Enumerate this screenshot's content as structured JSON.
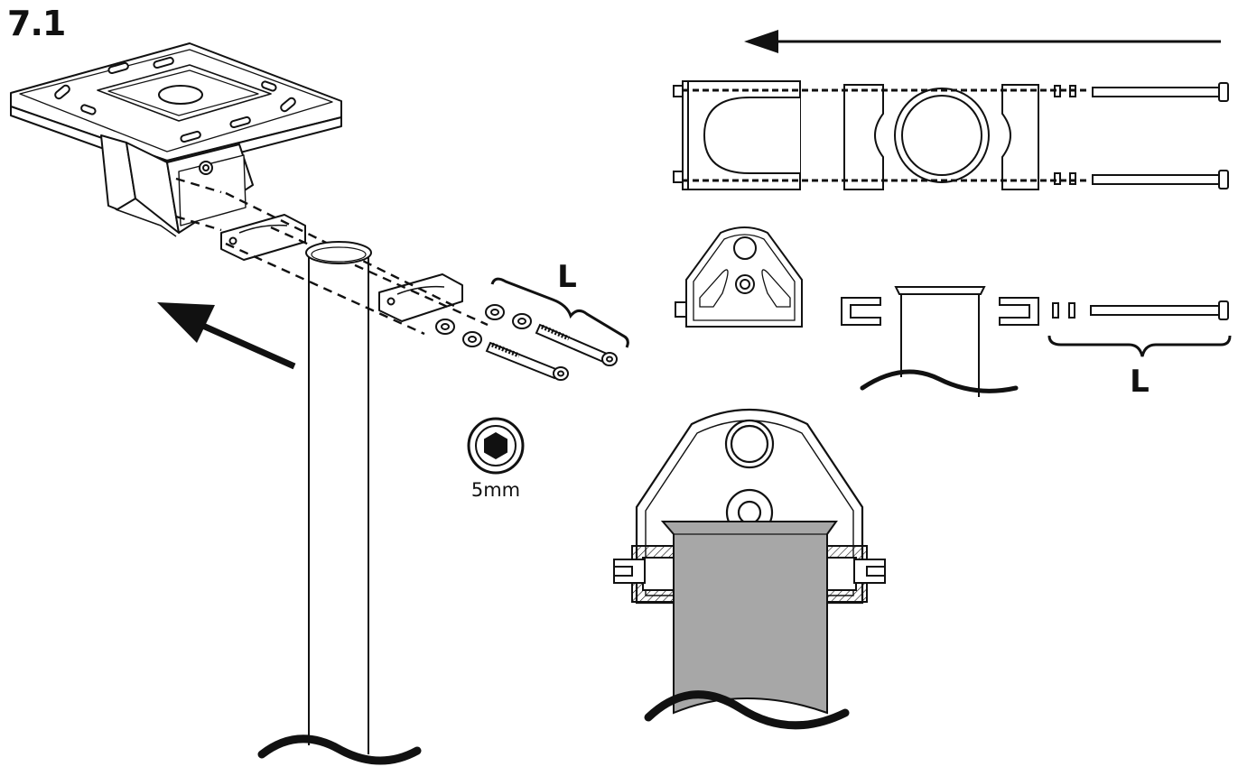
{
  "step": {
    "number": "7.1"
  },
  "labels": {
    "bolt_length_left": "L",
    "bolt_length_right": "L",
    "tool_size": "5mm"
  },
  "icons": {
    "tool": "hex-key-icon",
    "direction_left": "arrow-left-icon",
    "direction_diagonal": "arrow-up-left-icon"
  },
  "colors": {
    "ink": "#111111",
    "tube_fill": "#a7a7a7",
    "paper": "#ffffff"
  }
}
